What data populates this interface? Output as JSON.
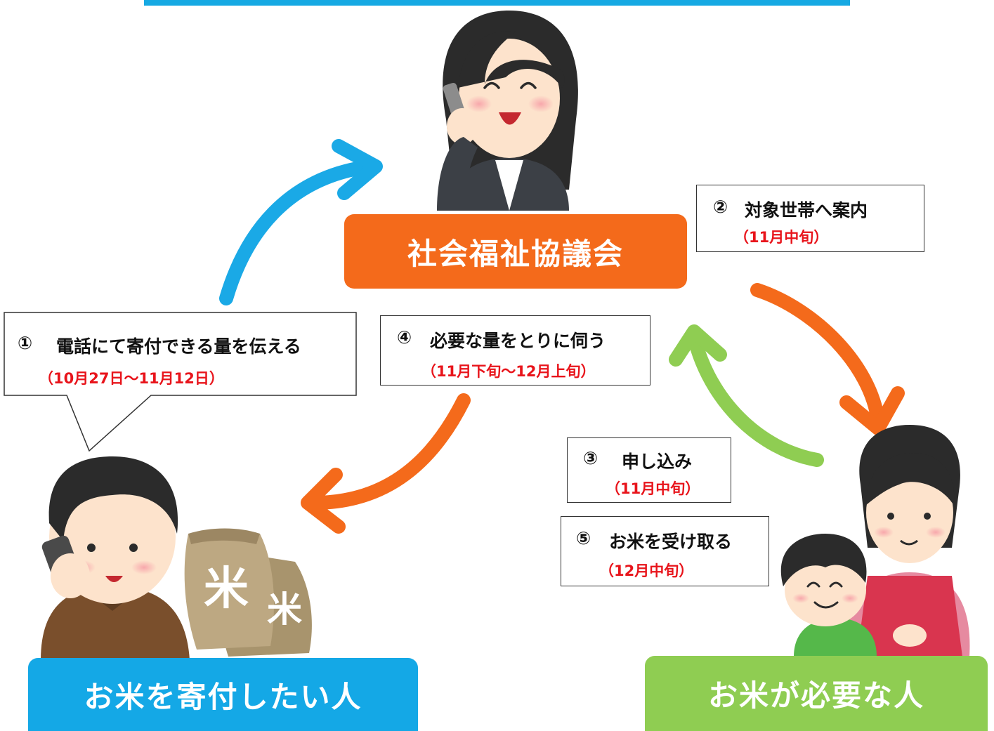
{
  "colors": {
    "top_bar": "#16a9e3",
    "council": "#f46a1b",
    "donor": "#14a8e6",
    "recipient": "#8fcd52",
    "date_text": "#e8141b"
  },
  "roles": {
    "council": "社会福祉協議会",
    "donor": "お米を寄付したい人",
    "recipient": "お米が必要な人"
  },
  "steps": [
    {
      "num": "①",
      "title": "電話にて寄付できる量を伝える",
      "date": "（10月27日～11月12日）"
    },
    {
      "num": "②",
      "title": "対象世帯へ案内",
      "date": "（11月中旬）"
    },
    {
      "num": "③",
      "title": "申し込み",
      "date": "（11月中旬）"
    },
    {
      "num": "④",
      "title": "必要な量をとりに伺う",
      "date": "（11月下旬～12月上旬）"
    },
    {
      "num": "⑤",
      "title": "お米を受け取る",
      "date": "（12月中旬）"
    }
  ],
  "illustrations": {
    "council_person": "woman-on-phone-icon",
    "donor_person": "man-on-phone-icon",
    "rice_bags": "rice-bag-icon",
    "recipient_people": "mother-and-child-icon",
    "rice_bag_mark": "米"
  },
  "arrows": [
    {
      "from": "donor",
      "to": "council",
      "color": "blue"
    },
    {
      "from": "council",
      "to": "recipient",
      "color": "orange"
    },
    {
      "from": "recipient",
      "to": "council",
      "color": "green"
    },
    {
      "from": "council",
      "to": "donor",
      "color": "orange"
    }
  ]
}
